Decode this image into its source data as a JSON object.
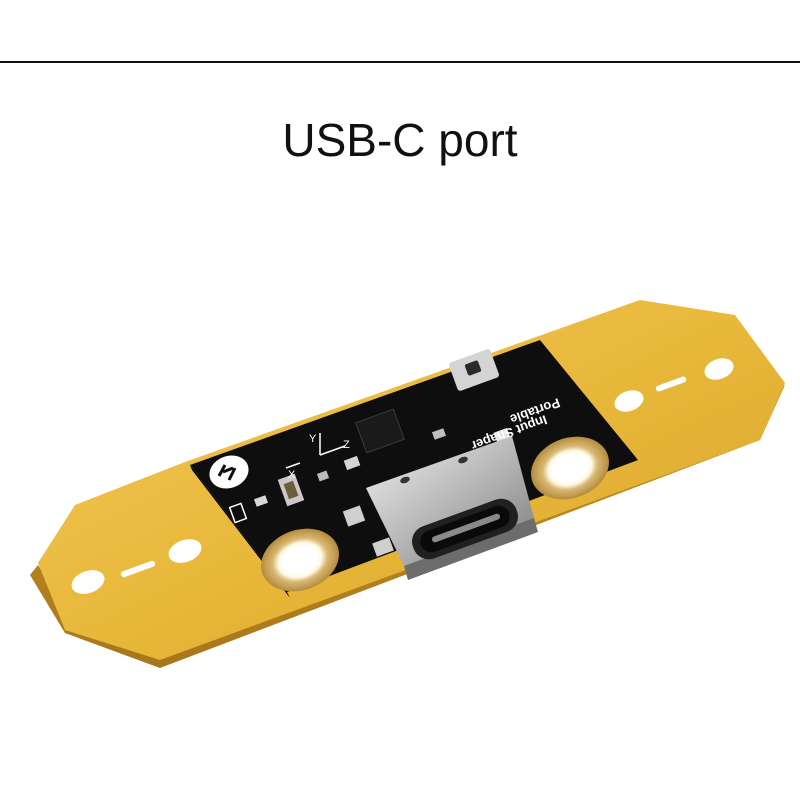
{
  "heading": "USB-C port",
  "board": {
    "silkscreen_line1": "Portable",
    "silkscreen_line2": "Input Shaper",
    "axis_x": "X",
    "axis_y": "Y",
    "axis_z": "Z"
  },
  "colors": {
    "pcb_black": "#0e0e0e",
    "pcb_yellow": "#e8b83a",
    "rule": "#111111"
  }
}
